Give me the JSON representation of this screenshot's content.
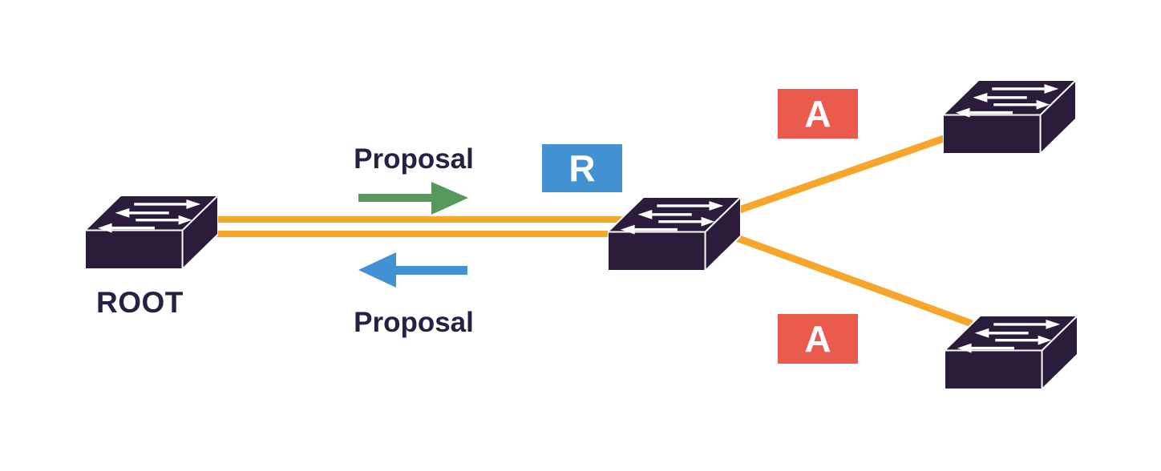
{
  "labels": {
    "root": "ROOT",
    "proposal_forward": "Proposal",
    "proposal_reply": "Proposal"
  },
  "badges": {
    "r": "R",
    "a_top": "A",
    "a_bottom": "A"
  },
  "icons": {
    "switch": "network-switch-icon",
    "proposal_forward_arrow": "arrow-right-icon",
    "proposal_reply_arrow": "arrow-left-icon"
  },
  "colors": {
    "background": "#ffffff",
    "switch_body": "#2a1c3a",
    "link_orange": "#f6a72b",
    "badge_blue": "#4291d2",
    "badge_red": "#ea5b4e",
    "arrow_green": "#57995c",
    "arrow_blue": "#4291d2",
    "text_dark": "#281f42"
  }
}
